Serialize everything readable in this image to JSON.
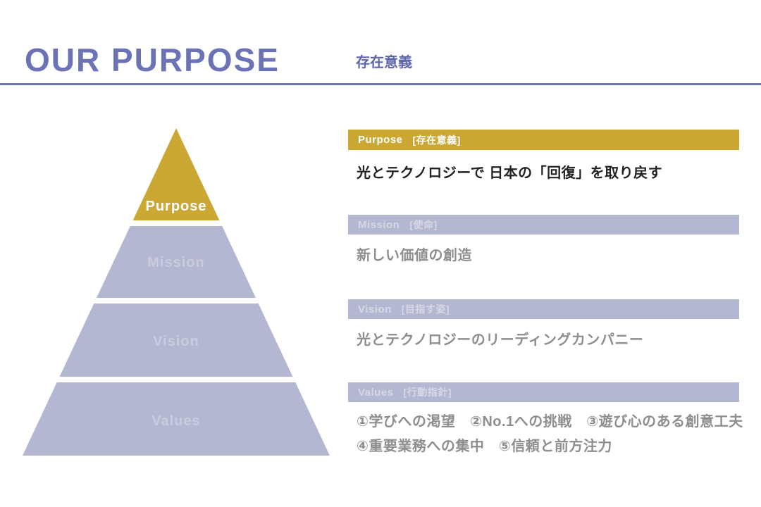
{
  "header": {
    "title": "OUR PURPOSE",
    "subtitle": "存在意義"
  },
  "colors": {
    "accent_purple": "#6B72B5",
    "gold": "#CBA834",
    "lavender": "#B4B7D2",
    "pyramid_label_light": "#C9CBDE",
    "bar_label_light": "#D6D8E6",
    "body_dark": "#222222",
    "body_gray": "#8E8E8E"
  },
  "pyramid": {
    "tiers": [
      {
        "label": "Purpose"
      },
      {
        "label": "Mission"
      },
      {
        "label": "Vision"
      },
      {
        "label": "Values"
      }
    ]
  },
  "sections": [
    {
      "en": "Purpose",
      "ja": "[存在意義]",
      "body": "光とテクノロジーで 日本の「回復」を取り戻す"
    },
    {
      "en": "Mission",
      "ja": "[使命]",
      "body": "新しい価値の創造"
    },
    {
      "en": "Vision",
      "ja": "[目指す姿]",
      "body": "光とテクノロジーのリーディングカンパニー"
    },
    {
      "en": "Values",
      "ja": "[行動指針]",
      "body_line1": "①学びへの渇望　②No.1への挑戦　③遊び心のある創意工夫",
      "body_line2": "④重要業務への集中　⑤信頼と前方注力"
    }
  ]
}
